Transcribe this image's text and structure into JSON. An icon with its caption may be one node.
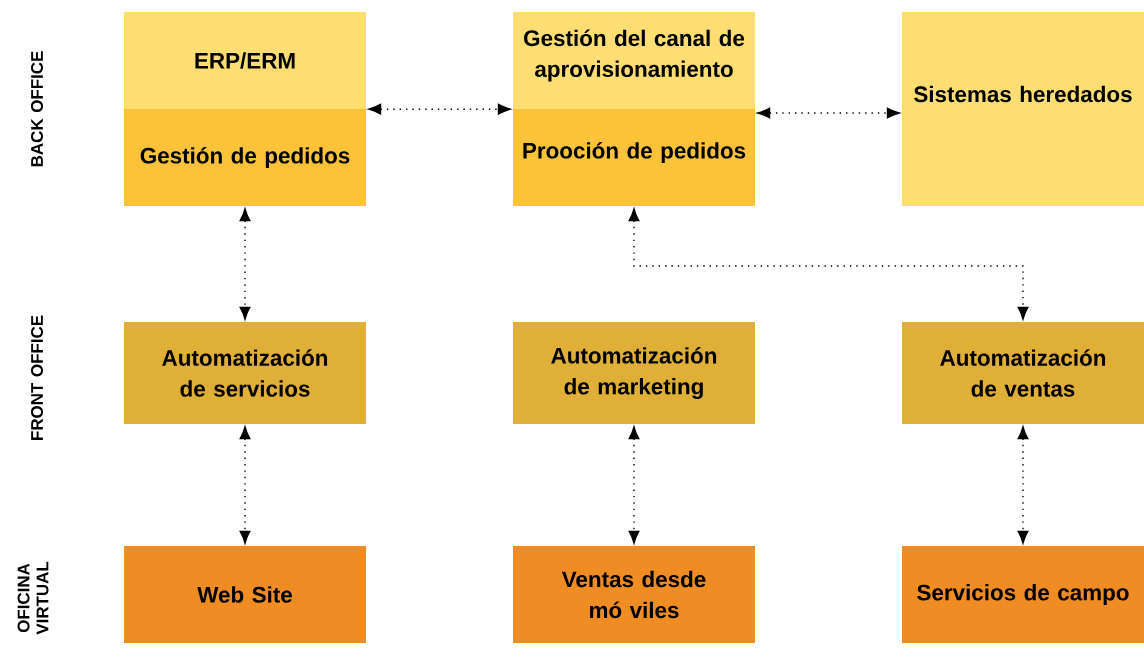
{
  "diagram": {
    "nodes": [
      {
        "text": [
          "ERP/ERM"
        ]
      },
      {
        "text": [
          "Gestión de pedidos"
        ]
      },
      {
        "text": [
          "Gestión del canal de aprovisionamiento"
        ]
      },
      {
        "text": [
          "Prooción de pedidos"
        ]
      },
      {
        "text": [
          "Sistemas heredados"
        ]
      },
      {
        "text": [
          "Automatización de servicios"
        ]
      },
      {
        "text": [
          "Automatización de marketing"
        ]
      },
      {
        "text": [
          "Automatización de ventas"
        ]
      },
      {
        "text": [
          "Web Site"
        ]
      },
      {
        "text": [
          "Ventas desde mó viles"
        ]
      },
      {
        "text": [
          "Servicios de campo"
        ]
      }
    ],
    "edges": [
      {
        "from": 0,
        "to": 2,
        "arrow": "both"
      },
      {
        "from": 3,
        "to": 4,
        "arrow": "both"
      },
      {
        "from": 1,
        "to": 5,
        "arrow": "both"
      },
      {
        "from": 3,
        "to": 7,
        "arrow": "both"
      },
      {
        "from": 5,
        "to": 8,
        "arrow": "both"
      },
      {
        "from": 6,
        "to": 9,
        "arrow": "both"
      },
      {
        "from": 7,
        "to": 10,
        "arrow": "both"
      }
    ],
    "labels": [
      "BACK OFFICE",
      "FRONT OFFICE",
      "OFICINA VIRTUAL"
    ]
  }
}
